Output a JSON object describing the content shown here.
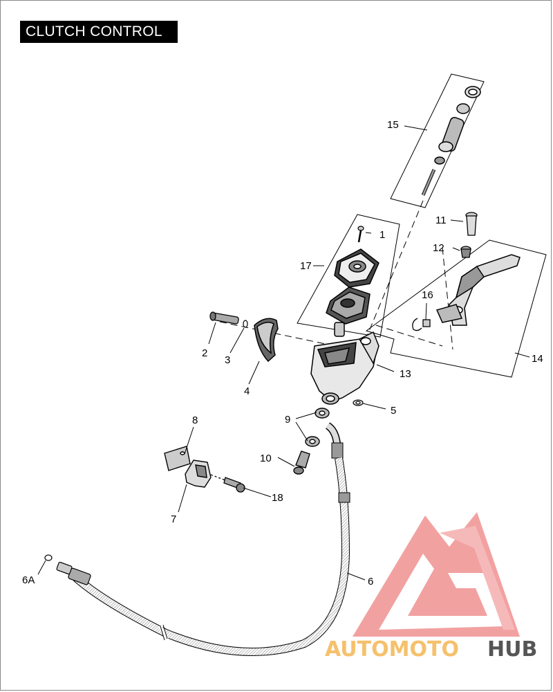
{
  "title": "CLUTCH CONTROL",
  "callouts": [
    {
      "id": "c1",
      "label": "1"
    },
    {
      "id": "c2",
      "label": "2"
    },
    {
      "id": "c3",
      "label": "3"
    },
    {
      "id": "c4",
      "label": "4"
    },
    {
      "id": "c5",
      "label": "5"
    },
    {
      "id": "c6",
      "label": "6"
    },
    {
      "id": "c6a",
      "label": "6A"
    },
    {
      "id": "c7",
      "label": "7"
    },
    {
      "id": "c8",
      "label": "8"
    },
    {
      "id": "c9",
      "label": "9"
    },
    {
      "id": "c10",
      "label": "10"
    },
    {
      "id": "c11",
      "label": "11"
    },
    {
      "id": "c12",
      "label": "12"
    },
    {
      "id": "c13",
      "label": "13"
    },
    {
      "id": "c14",
      "label": "14"
    },
    {
      "id": "c15",
      "label": "15"
    },
    {
      "id": "c16",
      "label": "16"
    },
    {
      "id": "c17",
      "label": "17"
    },
    {
      "id": "c18",
      "label": "18"
    }
  ],
  "watermark": {
    "part1": "AUTOMOTO",
    "part2": "HUB",
    "color_logo": "#f08a8a",
    "color_part1": "#f5c16c",
    "color_part2": "#555555"
  }
}
